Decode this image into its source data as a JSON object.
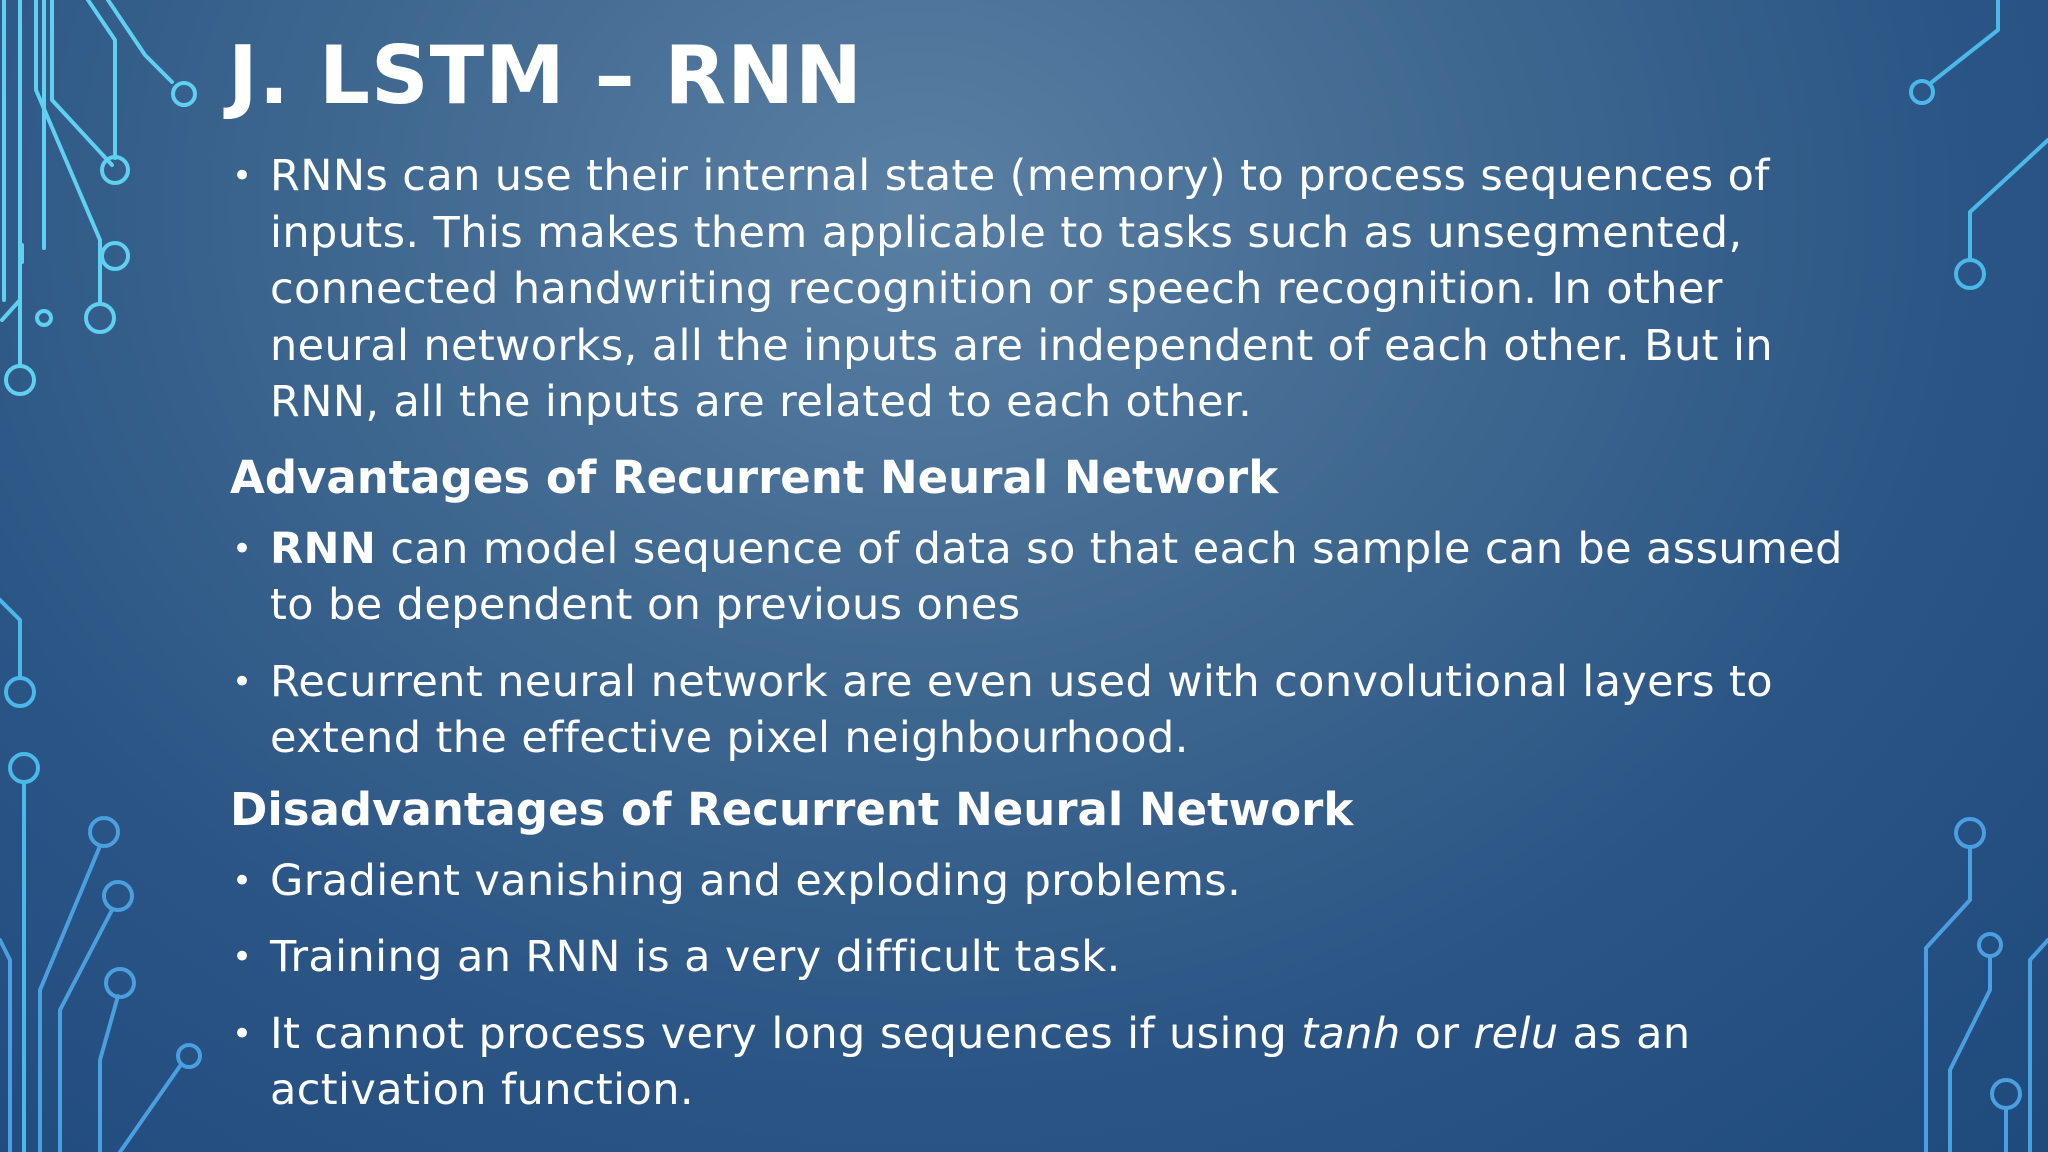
{
  "slide": {
    "title": "J. LSTM – RNN",
    "intro_bullet": " RNNs can use their internal state (memory) to process sequences of inputs. This makes them applicable to tasks such as unsegmented, connected handwriting recognition or speech recognition. In other neural networks, all the inputs are independent of each other. But in RNN, all the inputs are related to each other.",
    "advantages": {
      "heading": "Advantages of Recurrent Neural Network",
      "bullet1": {
        "bold": "RNN",
        "rest": " can model sequence of data so that each sample can be assumed to be dependent on previous ones"
      },
      "bullet2": "Recurrent neural network are even used with convolutional layers to extend the effective pixel neighbourhood."
    },
    "disadvantages": {
      "heading": "Disadvantages of Recurrent Neural Network",
      "bullet1": "Gradient vanishing and exploding problems.",
      "bullet2": "Training an RNN is a very difficult task.",
      "bullet3": {
        "part1": "It cannot process very long sequences if using ",
        "tanh": "tanh",
        "mid": " or ",
        "relu": "relu",
        "part2": " as an activation function."
      }
    },
    "bullet_char": "•"
  },
  "colors": {
    "circuit_light": "#5fd0f0",
    "circuit_mid": "#4aa8e0",
    "text": "#ffffff"
  }
}
